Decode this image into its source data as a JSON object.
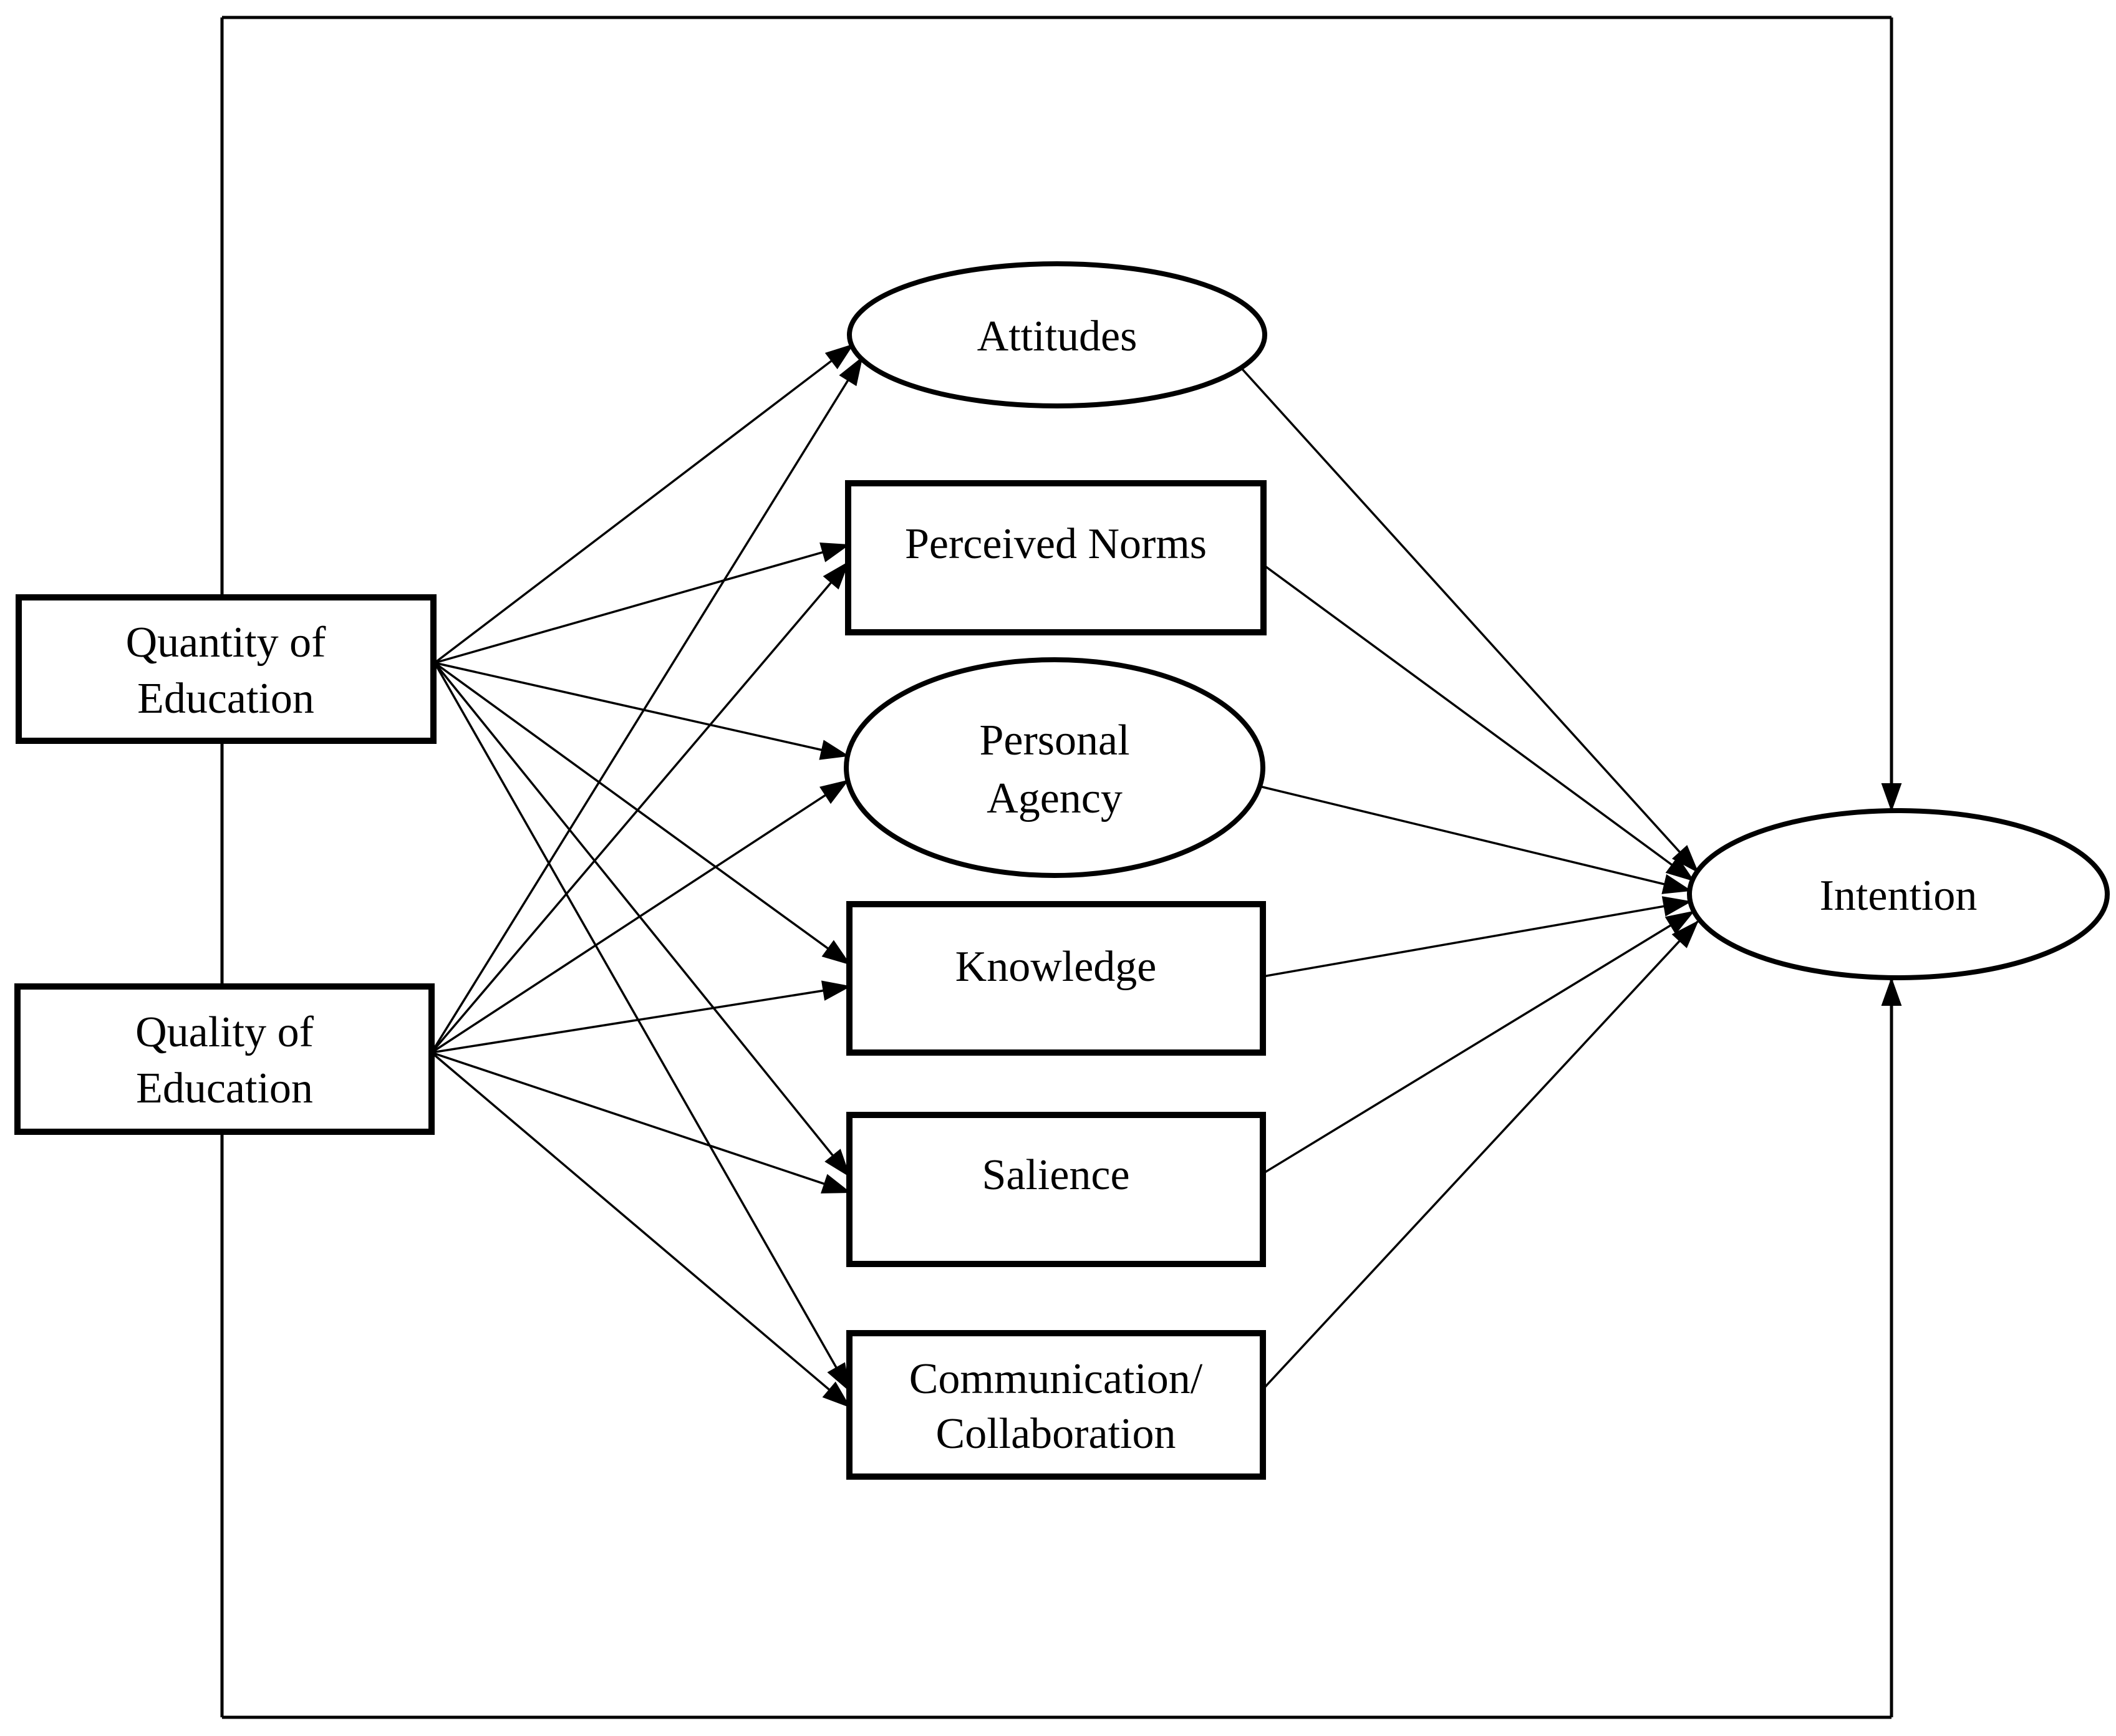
{
  "figure": {
    "type": "path-diagram",
    "background_color": "#ffffff",
    "stroke_color": "#000000",
    "node_fill_color": "#ffffff",
    "nodes": {
      "quantity": {
        "shape": "rectangle",
        "label": "Quantity of Education",
        "line1": "Quantity of",
        "line2": "Education"
      },
      "quality": {
        "shape": "rectangle",
        "label": "Quality of Education",
        "line1": "Quality of",
        "line2": "Education"
      },
      "attitudes": {
        "shape": "ellipse",
        "label": "Attitudes"
      },
      "perceived_norms": {
        "shape": "rectangle",
        "label": "Perceived Norms"
      },
      "personal_agency": {
        "shape": "ellipse",
        "label": "Personal Agency",
        "line1": "Personal",
        "line2": "Agency"
      },
      "knowledge": {
        "shape": "rectangle",
        "label": "Knowledge"
      },
      "salience": {
        "shape": "rectangle",
        "label": "Salience"
      },
      "communication": {
        "shape": "rectangle",
        "label": "Communication/ Collaboration",
        "line1": "Communication/",
        "line2": "Collaboration"
      },
      "intention": {
        "shape": "ellipse",
        "label": "Intention"
      }
    },
    "edges": [
      {
        "from": "quantity",
        "to": "attitudes"
      },
      {
        "from": "quantity",
        "to": "perceived_norms"
      },
      {
        "from": "quantity",
        "to": "personal_agency"
      },
      {
        "from": "quantity",
        "to": "knowledge"
      },
      {
        "from": "quantity",
        "to": "salience"
      },
      {
        "from": "quantity",
        "to": "communication"
      },
      {
        "from": "quality",
        "to": "attitudes"
      },
      {
        "from": "quality",
        "to": "perceived_norms"
      },
      {
        "from": "quality",
        "to": "personal_agency"
      },
      {
        "from": "quality",
        "to": "knowledge"
      },
      {
        "from": "quality",
        "to": "salience"
      },
      {
        "from": "quality",
        "to": "communication"
      },
      {
        "from": "attitudes",
        "to": "intention"
      },
      {
        "from": "perceived_norms",
        "to": "intention"
      },
      {
        "from": "personal_agency",
        "to": "intention"
      },
      {
        "from": "knowledge",
        "to": "intention"
      },
      {
        "from": "salience",
        "to": "intention"
      },
      {
        "from": "communication",
        "to": "intention"
      },
      {
        "from": "feedback-border-top",
        "to": "intention"
      },
      {
        "from": "feedback-border-bottom",
        "to": "intention"
      }
    ]
  }
}
